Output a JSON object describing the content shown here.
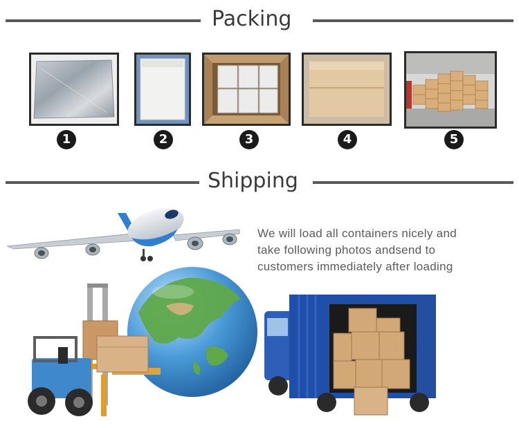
{
  "packing": {
    "title": "Packing",
    "steps": [
      {
        "number": "1",
        "image": "foil-bag-photo"
      },
      {
        "number": "2",
        "image": "white-bag-photo"
      },
      {
        "number": "3",
        "image": "boxed-packs-photo"
      },
      {
        "number": "4",
        "image": "sealed-carton-photo"
      },
      {
        "number": "5",
        "image": "warehouse-cartons-photo"
      }
    ]
  },
  "shipping": {
    "title": "Shipping",
    "description_lines": [
      "We will load all containers nicely and",
      "take following photos andsend to",
      "customers immediately after loading"
    ],
    "illustration": [
      "airplane",
      "globe",
      "forklift",
      "container-truck"
    ]
  },
  "colors": {
    "rule": "#5a5a5a",
    "title_text": "#3a3a3a",
    "body_text": "#5a5a5a",
    "cardboard": "#d9b48a",
    "container_blue": "#1f4fa8",
    "globe_blue": "#3f8fd0"
  }
}
